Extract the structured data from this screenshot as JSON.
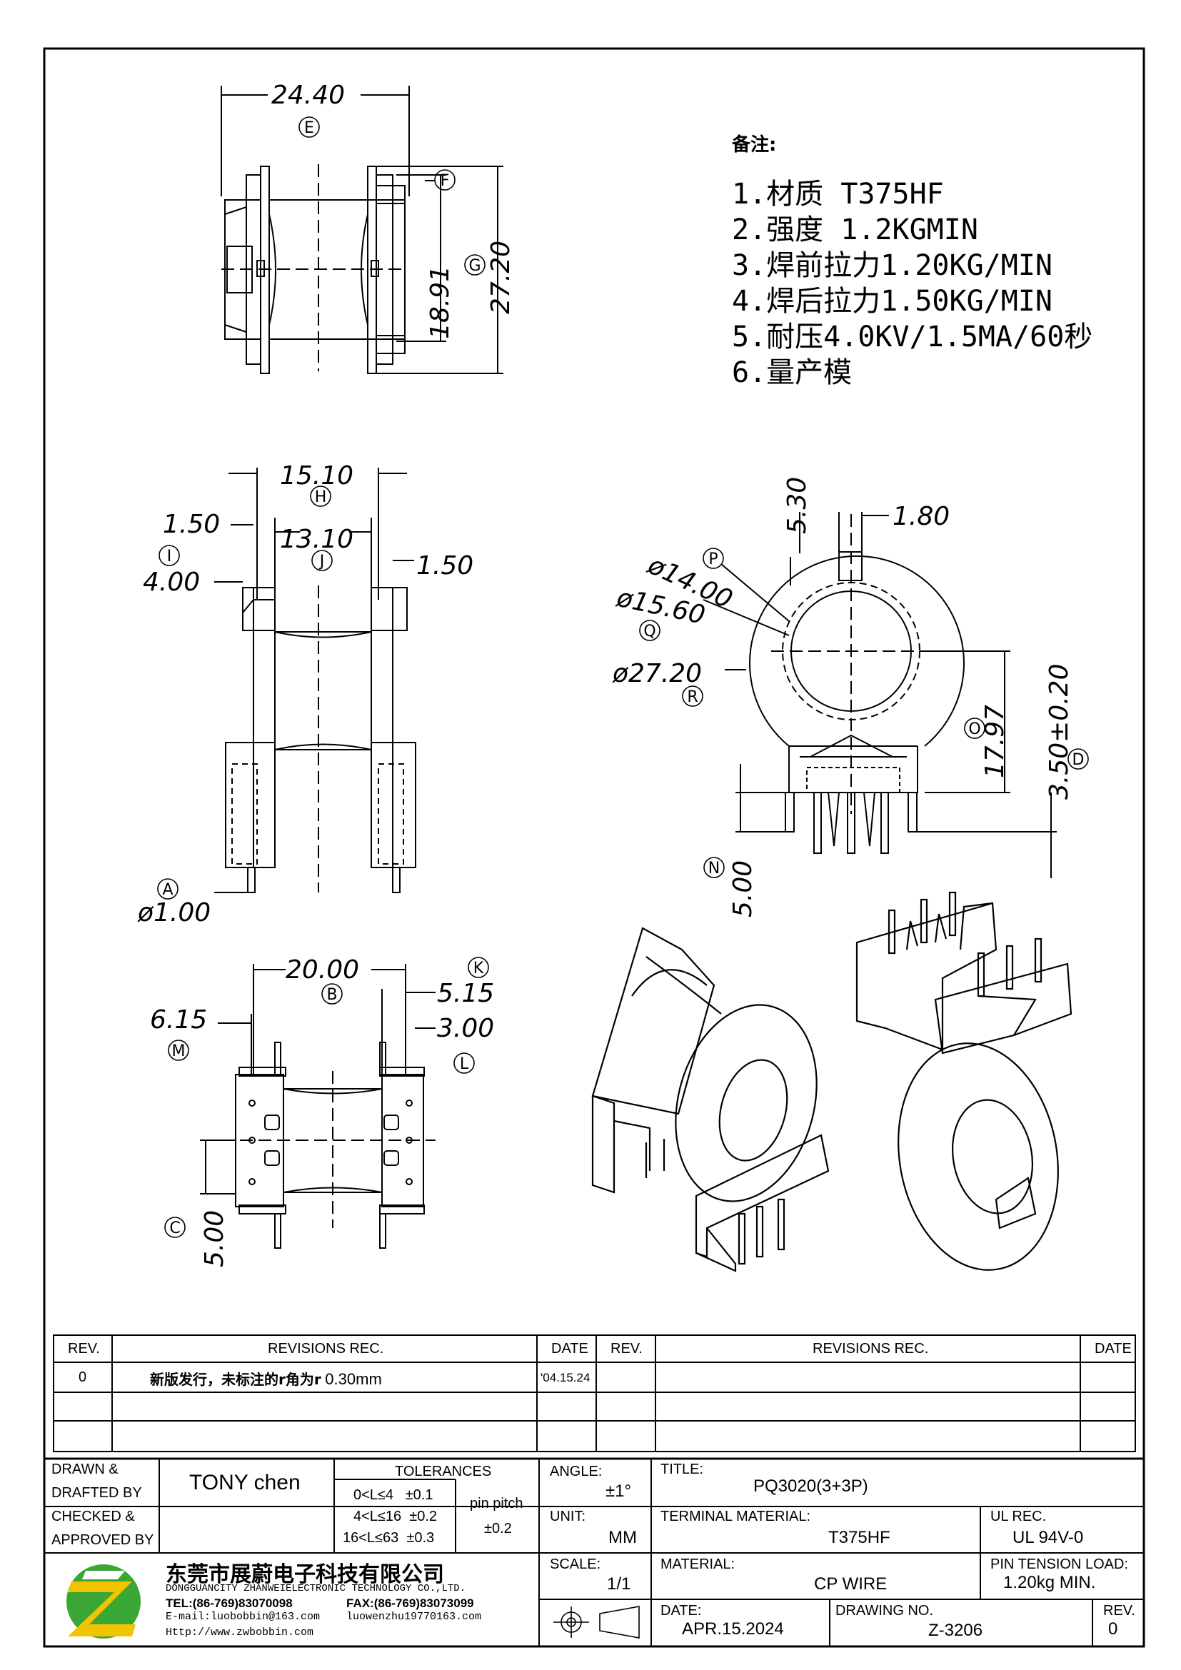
{
  "notes": {
    "heading": "备注:",
    "items": [
      "1.材质 T375HF",
      "2.强度 1.2KGMIN",
      "3.焊前拉力1.20KG/MIN",
      "4.焊后拉力1.50KG/MIN",
      "5.耐压4.0KV/1.5MA/60秒",
      "6.量产模"
    ]
  },
  "dimensions": {
    "top_view": {
      "width": "24.40",
      "inner_height": "18.91",
      "height": "27.20",
      "labels": [
        "E",
        "F",
        "G"
      ]
    },
    "side_view": {
      "h": "15.10",
      "j": "13.10",
      "i_flange": "1.50",
      "right_flange": "1.50",
      "i_height": "4.00",
      "pin_dia": "ø1.00",
      "labels": [
        "H",
        "I",
        "J",
        "A"
      ]
    },
    "front_view": {
      "slot_depth": "5.30",
      "slot_width": "1.80",
      "p": "ø14.00",
      "q": "ø15.60",
      "r": "ø27.20",
      "o": "17.97",
      "d": "3.50±0.20",
      "n": "5.00",
      "labels": [
        "P",
        "Q",
        "R",
        "O",
        "D",
        "N"
      ]
    },
    "bottom_view": {
      "b": "20.00",
      "k": "5.15",
      "l": "3.00",
      "m": "6.15",
      "c": "5.00",
      "labels": [
        "B",
        "K",
        "L",
        "M",
        "C"
      ]
    }
  },
  "revisions": {
    "headers": {
      "rev": "REV.",
      "rec": "REVISIONS   REC.",
      "date": "DATE"
    },
    "rows": [
      {
        "rev": "0",
        "rec_cn": "新版发行，未标注的r角为r",
        "rec_val": "0.30mm",
        "date": "'04.15.24"
      }
    ]
  },
  "titleblock": {
    "drawn_label_1": "DRAWN &",
    "drawn_label_2": "DRAFTED BY",
    "drawn_value": "TONY  chen",
    "checked_label_1": "CHECKED &",
    "checked_label_2": "APPROVED BY",
    "tolerances_label": "TOLERANCES",
    "tol_rows": [
      "0<L≤4   ±0.1",
      "4<L≤16  ±0.2",
      "16<L≤63  ±0.3"
    ],
    "pin_pitch_label": "pin pitch",
    "pin_pitch_value": "±0.2",
    "angle_label": "ANGLE:",
    "angle_value": "±1°",
    "unit_label": "UNIT:",
    "unit_value": "MM",
    "scale_label": "SCALE:",
    "scale_value": "1/1",
    "title_label": "TITLE:",
    "title_value": "PQ3020(3+3P)",
    "terminal_label": "TERMINAL  MATERIAL:",
    "terminal_value": "T375HF",
    "ul_label": "UL  REC.",
    "ul_value": "UL  94V-0",
    "material_label": "MATERIAL:",
    "material_value": "CP  WIRE",
    "pin_tension_label": "PIN  TENSION  LOAD:",
    "pin_tension_value": "1.20kg  MIN.",
    "date_label": "DATE:",
    "date_value": "APR.15.2024",
    "drawing_no_label": "DRAWING  NO.",
    "drawing_no_value": "Z-3206",
    "rev_label": "REV.",
    "rev_value": "0"
  },
  "company": {
    "name_cn": "东莞市展蔚电子科技有限公司",
    "name_en": "DONGGUANCITY  ZHANWEIELECTRONIC  TECHNOLOGY  CO.,LTD.",
    "tel": "TEL:(86-769)83070098",
    "fax": "FAX:(86-769)83073099",
    "email": "E-mail:luobobbin@163.com",
    "email2": "luowenzhu19770163.com",
    "web": "Http://www.zwbobbin.com",
    "logo_colors": {
      "green": "#3aa635",
      "yellow": "#f2c400"
    }
  }
}
